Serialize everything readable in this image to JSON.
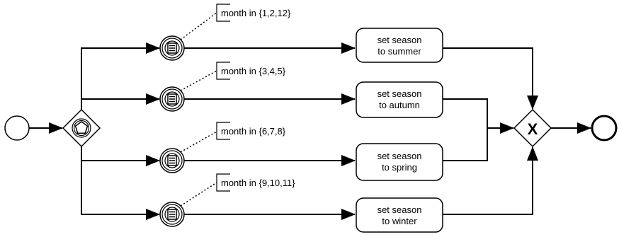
{
  "diagram": {
    "tasks": [
      {
        "line1": "set season",
        "line2": "to summer"
      },
      {
        "line1": "set season",
        "line2": "to autumn"
      },
      {
        "line1": "set season",
        "line2": "to spring"
      },
      {
        "line1": "set season",
        "line2": "to winter"
      }
    ],
    "conditions": [
      "month in {1,2,12}",
      "month in {3,4,5}",
      "month in {6,7,8}",
      "month in {9,10,11}"
    ],
    "gateways": {
      "split": {
        "type": "event-based",
        "icon": "pentagon-icon"
      },
      "join": {
        "type": "exclusive",
        "marker": "X"
      }
    },
    "colors": {
      "stroke": "#000000",
      "background": "#ffffff"
    }
  }
}
